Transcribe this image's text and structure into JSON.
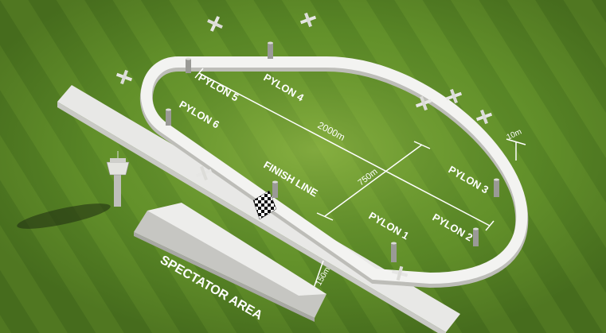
{
  "colors": {
    "grass_light": "#6e9a2e",
    "grass_dark": "#4f7d22",
    "track": "#f3f3f1",
    "runway": "#f1f1ef",
    "label": "#ffffff"
  },
  "pylons": [
    {
      "id": "p1",
      "label": "PYLON 1"
    },
    {
      "id": "p2",
      "label": "PYLON 2"
    },
    {
      "id": "p3",
      "label": "PYLON 3"
    },
    {
      "id": "p4",
      "label": "PYLON 4"
    },
    {
      "id": "p5",
      "label": "PYLON 5"
    },
    {
      "id": "p6",
      "label": "PYLON 6"
    }
  ],
  "labels": {
    "finish_line": "FINISH LINE",
    "spectator_area": "SPECTATOR AREA"
  },
  "dimensions": {
    "length": "2000m",
    "width": "750m",
    "pylon_height": "10m",
    "setback": "150m"
  },
  "icons": [
    "airplane-icon",
    "control-tower-icon",
    "checkered-flag-icon",
    "pylon-icon"
  ]
}
